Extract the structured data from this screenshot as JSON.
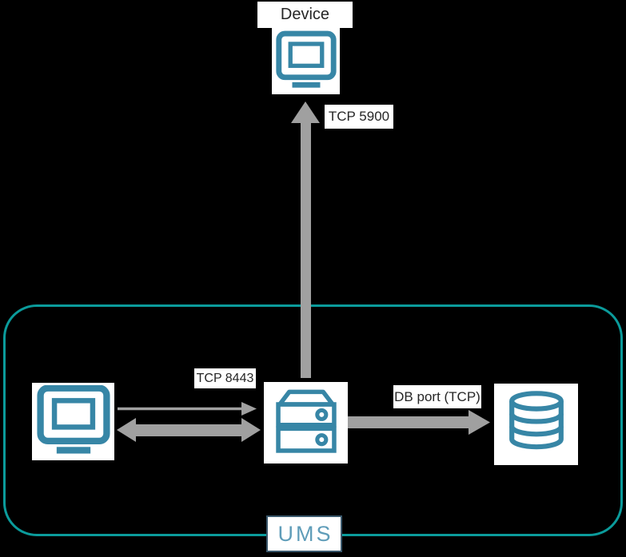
{
  "colors": {
    "background": "#000000",
    "container_border": "#0b9b9b",
    "icon_stroke": "#3786a6",
    "arrow_gray": "#a0a0a0",
    "label_bg": "#ffffff",
    "label_text": "#262626",
    "ums_box_border": "#39576b",
    "ums_text": "#5f9db9"
  },
  "nodes": {
    "device": {
      "label": "Device",
      "icon": "monitor-icon"
    },
    "console": {
      "icon": "monitor-icon"
    },
    "ums_server": {
      "icon": "server-icon"
    },
    "database": {
      "icon": "database-icon"
    },
    "ums_badge": {
      "label": "UMS"
    }
  },
  "connections": [
    {
      "label": "TCP 5900",
      "from": "ums_server",
      "to": "device",
      "style": "thick-arrow-up"
    },
    {
      "label": "TCP 8443",
      "from": "console",
      "to": "ums_server",
      "style": "thin-arrow-right"
    },
    {
      "label": "",
      "from": "console",
      "to": "ums_server",
      "style": "thick-arrow-bidirectional"
    },
    {
      "label": "DB port (TCP)",
      "from": "ums_server",
      "to": "database",
      "style": "thick-arrow-right"
    }
  ]
}
